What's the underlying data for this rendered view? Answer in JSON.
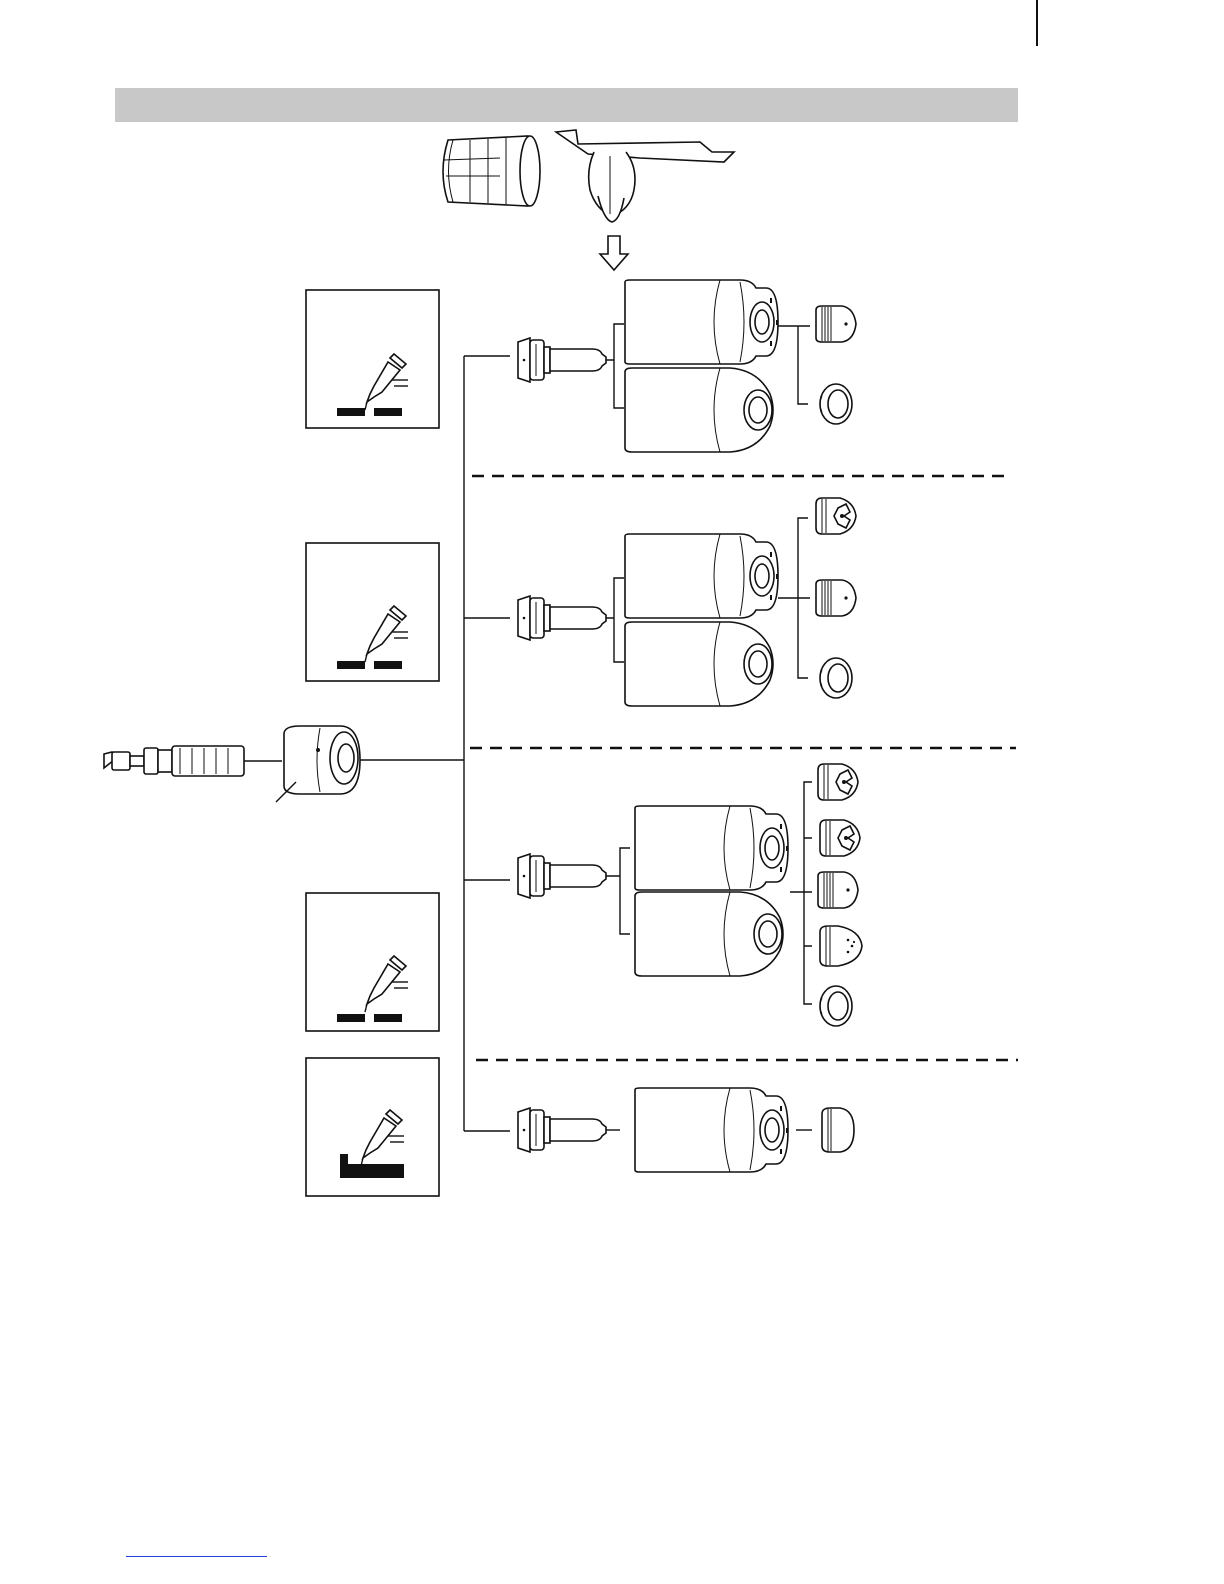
{
  "header": {
    "title": ""
  },
  "diagram": {
    "process_boxes": [
      {
        "id": "process-box-1",
        "icon": "gouging-torch-icon"
      },
      {
        "id": "process-box-2",
        "icon": "gouging-torch-icon"
      },
      {
        "id": "process-box-3",
        "icon": "gouging-torch-icon"
      },
      {
        "id": "process-box-4",
        "icon": "marking-torch-icon"
      }
    ],
    "groups": [
      {
        "name": "group-1",
        "nozzles": 2,
        "tips": 2
      },
      {
        "name": "group-2",
        "nozzles": 2,
        "tips": 3
      },
      {
        "name": "group-3",
        "nozzles": 2,
        "tips": 5
      },
      {
        "name": "group-4",
        "nozzles": 1,
        "tips": 1
      }
    ],
    "accessories": [
      "guide-ring-icon",
      "torch-clamp-icon"
    ]
  },
  "colors": {
    "header_bar": "#c8c8c8",
    "line": "#111111",
    "footer_link": "#2a3fd6"
  }
}
